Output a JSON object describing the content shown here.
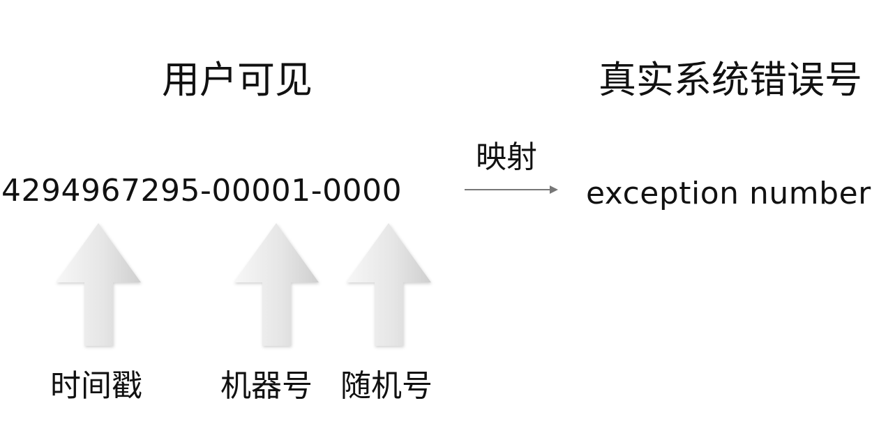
{
  "headings": {
    "user_visible": "用户可见",
    "real_system_error": "真实系统错误号"
  },
  "error_code": "4294967295-00001-0000",
  "mapping_label": "映射",
  "exception_number": "exception number",
  "parts": [
    {
      "label": "时间戳"
    },
    {
      "label": "机器号"
    },
    {
      "label": "随机号"
    }
  ],
  "colors": {
    "text": "#111111",
    "arrow_fill_light": "#f4f4f4",
    "arrow_fill_dark": "#d2d2d2",
    "connector": "#777777"
  }
}
